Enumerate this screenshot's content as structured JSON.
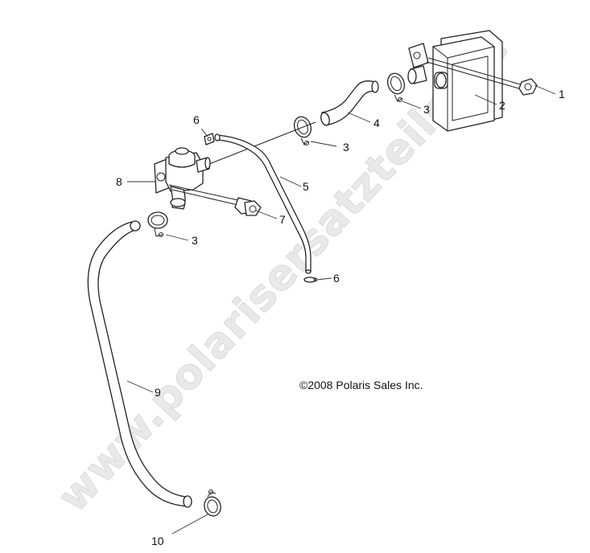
{
  "watermark": "www.polarisersatzteile.de",
  "copyright": "©2008 Polaris Sales Inc.",
  "callouts": [
    {
      "id": "c1",
      "label": "1"
    },
    {
      "id": "c2",
      "label": "2"
    },
    {
      "id": "c3a",
      "label": "3"
    },
    {
      "id": "c4",
      "label": "4"
    },
    {
      "id": "c3b",
      "label": "3"
    },
    {
      "id": "c6a",
      "label": "6"
    },
    {
      "id": "c8",
      "label": "8"
    },
    {
      "id": "c5",
      "label": "5"
    },
    {
      "id": "c7",
      "label": "7"
    },
    {
      "id": "c3c",
      "label": "3"
    },
    {
      "id": "c6b",
      "label": "6"
    },
    {
      "id": "c9",
      "label": "9"
    },
    {
      "id": "c10",
      "label": "10"
    }
  ]
}
